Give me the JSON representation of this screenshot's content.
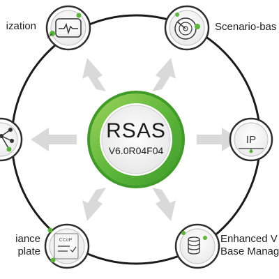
{
  "center": {
    "title": "RSAS",
    "version": "V6.0R04F04"
  },
  "nodes": {
    "top_left": {
      "label": "ization",
      "icon": "heartbeat-monitor-icon"
    },
    "top_right": {
      "label": "Scenario-bas",
      "icon": "radar-icon"
    },
    "left": {
      "label": "",
      "icon": "network-share-icon"
    },
    "right": {
      "label": "",
      "icon": "ip-icon",
      "icon_text": "IP"
    },
    "bottom_left": {
      "label_line1": "iance",
      "label_line2": "plate",
      "icon": "checklist-document-icon",
      "icon_text": "CCoP"
    },
    "bottom_right": {
      "label_line1": "Enhanced V",
      "label_line2": "Base Manag",
      "icon": "database-icon"
    }
  },
  "colors": {
    "ring": "#1a1a1a",
    "arrow": "#d9d9d9",
    "accent_green": "#5bb53a",
    "dark_green": "#3f9a2a",
    "light_green": "#9ed35b",
    "node_border": "#2d2d2d",
    "center_fill": "#f2f2f2"
  }
}
